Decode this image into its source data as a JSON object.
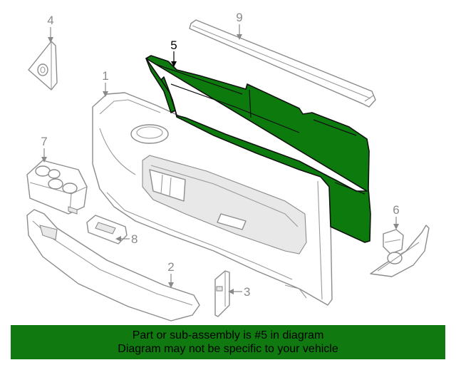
{
  "callouts": [
    {
      "label": "1",
      "active": false
    },
    {
      "label": "2",
      "active": false
    },
    {
      "label": "3",
      "active": false
    },
    {
      "label": "4",
      "active": false
    },
    {
      "label": "5",
      "active": true
    },
    {
      "label": "6",
      "active": false
    },
    {
      "label": "7",
      "active": false
    },
    {
      "label": "8",
      "active": false
    },
    {
      "label": "9",
      "active": false
    }
  ],
  "banner": {
    "line1": "Part or sub-assembly is #5 in diagram",
    "line2": "Diagram may not be specific to your vehicle"
  },
  "colors": {
    "highlight": "#0d7a0d",
    "banner": "#107a10"
  }
}
